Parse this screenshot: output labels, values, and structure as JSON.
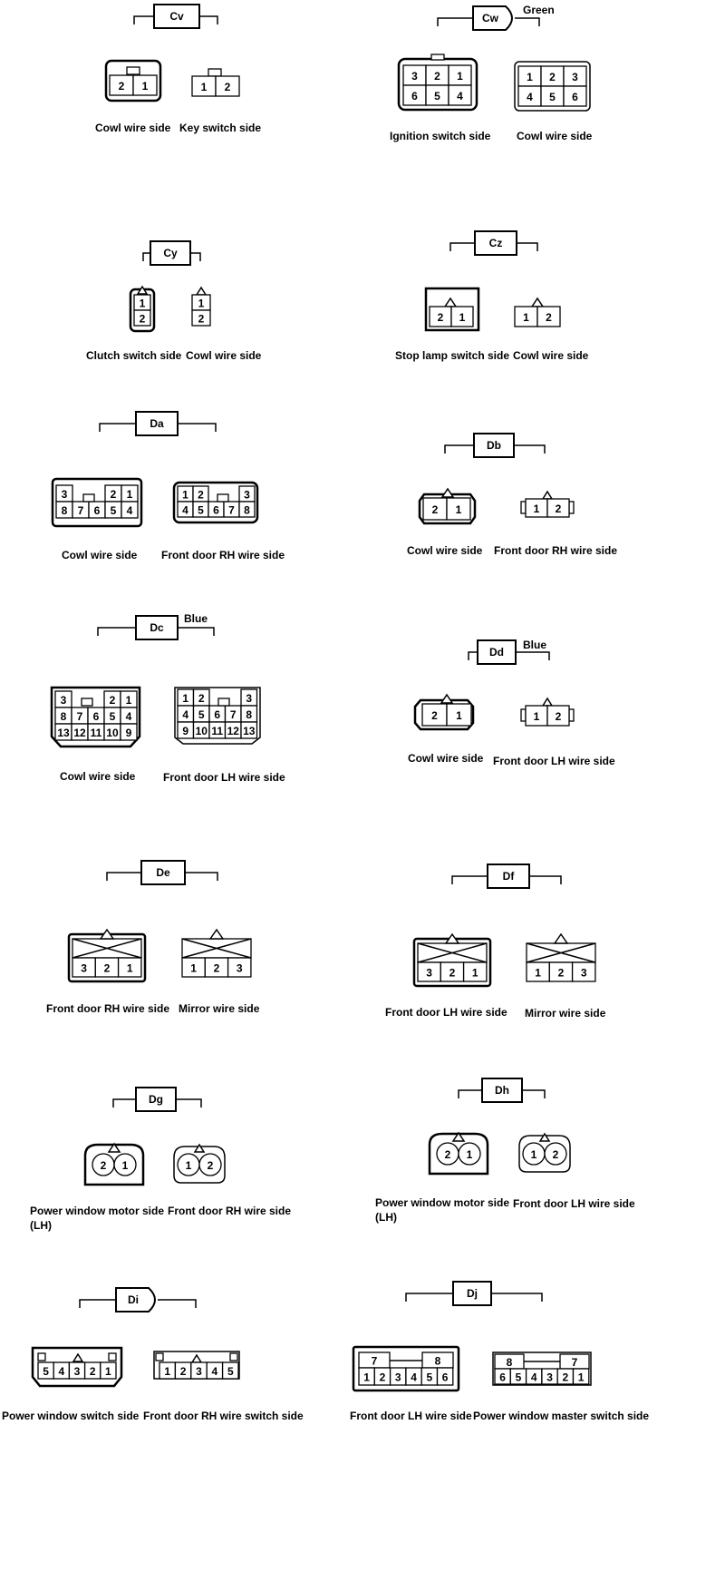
{
  "connectors": [
    {
      "code": "Cv",
      "views": [
        {
          "caption": "Cowl wire side",
          "pins": [
            [
              "2",
              "1"
            ]
          ]
        },
        {
          "caption": "Key switch side",
          "pins": [
            [
              "1",
              "2"
            ]
          ]
        }
      ]
    },
    {
      "code": "Cw",
      "color": "Green",
      "views": [
        {
          "caption": "Ignition switch side",
          "pins": [
            [
              "3",
              "2",
              "1"
            ],
            [
              "6",
              "5",
              "4"
            ]
          ]
        },
        {
          "caption": "Cowl wire side",
          "pins": [
            [
              "1",
              "2",
              "3"
            ],
            [
              "4",
              "5",
              "6"
            ]
          ]
        }
      ]
    },
    {
      "code": "Cy",
      "views": [
        {
          "caption": "Clutch switch side",
          "pins": [
            [
              "1"
            ],
            [
              "2"
            ]
          ]
        },
        {
          "caption": "Cowl wire side",
          "pins": [
            [
              "1"
            ],
            [
              "2"
            ]
          ]
        }
      ]
    },
    {
      "code": "Cz",
      "views": [
        {
          "caption": "Stop lamp switch side",
          "pins": [
            [
              "2",
              "1"
            ]
          ]
        },
        {
          "caption": "Cowl wire side",
          "pins": [
            [
              "1",
              "2"
            ]
          ]
        }
      ]
    },
    {
      "code": "Da",
      "views": [
        {
          "caption": "Cowl wire side",
          "pins": [
            [
              "3",
              "",
              "",
              "2",
              "1"
            ],
            [
              "8",
              "7",
              "6",
              "5",
              "4"
            ]
          ]
        },
        {
          "caption": "Front door RH wire side",
          "pins": [
            [
              "1",
              "2",
              "",
              "",
              "3"
            ],
            [
              "4",
              "5",
              "6",
              "7",
              "8"
            ]
          ]
        }
      ]
    },
    {
      "code": "Db",
      "views": [
        {
          "caption": "Cowl wire side",
          "pins": [
            [
              "2",
              "1"
            ]
          ]
        },
        {
          "caption": "Front door RH wire side",
          "pins": [
            [
              "1",
              "2"
            ]
          ]
        }
      ]
    },
    {
      "code": "Dc",
      "color": "Blue",
      "views": [
        {
          "caption": "Cowl wire side",
          "pins": [
            [
              "3",
              "",
              "",
              "2",
              "1"
            ],
            [
              "8",
              "7",
              "6",
              "5",
              "4"
            ],
            [
              "13",
              "12",
              "11",
              "10",
              "9"
            ]
          ]
        },
        {
          "caption": "Front door LH wire side",
          "pins": [
            [
              "1",
              "2",
              "",
              "",
              "3"
            ],
            [
              "4",
              "5",
              "6",
              "7",
              "8"
            ],
            [
              "9",
              "10",
              "11",
              "12",
              "13"
            ]
          ]
        }
      ]
    },
    {
      "code": "Dd",
      "color": "Blue",
      "views": [
        {
          "caption": "Cowl wire side",
          "pins": [
            [
              "2",
              "1"
            ]
          ]
        },
        {
          "caption": "Front door LH wire side",
          "pins": [
            [
              "1",
              "2"
            ]
          ]
        }
      ]
    },
    {
      "code": "De",
      "views": [
        {
          "caption": "Front door RH wire side",
          "pins": [
            [
              "3",
              "2",
              "1"
            ]
          ]
        },
        {
          "caption": "Mirror wire side",
          "pins": [
            [
              "1",
              "2",
              "3"
            ]
          ]
        }
      ]
    },
    {
      "code": "Df",
      "views": [
        {
          "caption": "Front door LH wire side",
          "pins": [
            [
              "3",
              "2",
              "1"
            ]
          ]
        },
        {
          "caption": "Mirror wire side",
          "pins": [
            [
              "1",
              "2",
              "3"
            ]
          ]
        }
      ]
    },
    {
      "code": "Dg",
      "views": [
        {
          "caption": "Power window motor side\n(LH)",
          "pins": [
            [
              "2",
              "1"
            ]
          ]
        },
        {
          "caption": "Front door RH wire side",
          "pins": [
            [
              "1",
              "2"
            ]
          ]
        }
      ]
    },
    {
      "code": "Dh",
      "views": [
        {
          "caption": "Power window motor side\n(LH)",
          "pins": [
            [
              "2",
              "1"
            ]
          ]
        },
        {
          "caption": "Front door LH wire side",
          "pins": [
            [
              "1",
              "2"
            ]
          ]
        }
      ]
    },
    {
      "code": "Di",
      "views": [
        {
          "caption": "Power window switch side",
          "pins": [
            [
              "5",
              "4",
              "3",
              "2",
              "1"
            ]
          ]
        },
        {
          "caption": "Front door RH wire switch side",
          "pins": [
            [
              "1",
              "2",
              "3",
              "4",
              "5"
            ]
          ]
        }
      ]
    },
    {
      "code": "Dj",
      "views": [
        {
          "caption": "Front door LH wire side",
          "pins": [
            [
              "7",
              "",
              "",
              "",
              "8"
            ],
            [
              "1",
              "2",
              "3",
              "4",
              "5",
              "6"
            ]
          ]
        },
        {
          "caption": "Power window master switch side",
          "pins": [
            [
              "8",
              "",
              "",
              "",
              "7"
            ],
            [
              "6",
              "5",
              "4",
              "3",
              "2",
              "1"
            ]
          ]
        }
      ]
    }
  ]
}
